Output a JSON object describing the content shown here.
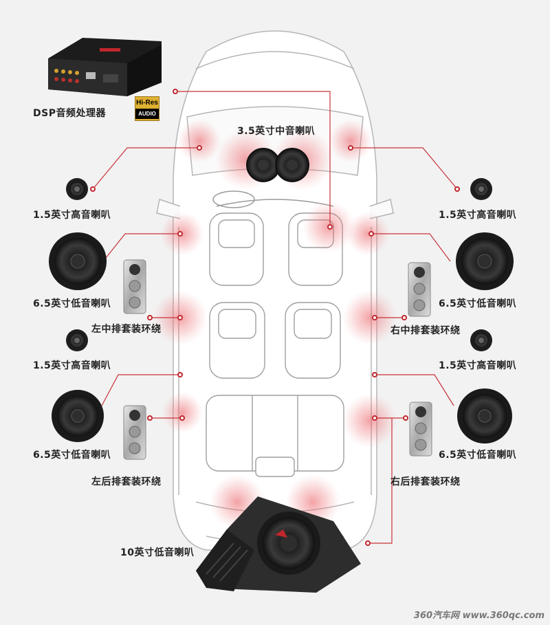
{
  "labels": {
    "dsp": "DSP音频处理器",
    "mid_front": "3.5英寸中音喇叭",
    "tw_fl": "1.5英寸高音喇叭",
    "tw_fr": "1.5英寸高音喇叭",
    "woof_fl": "6.5英寸低音喇叭",
    "woof_fr": "6.5英寸低音喇叭",
    "surr_ml": "左中排套装环绕",
    "surr_mr": "右中排套装环绕",
    "tw_ml": "1.5英寸高音喇叭",
    "tw_mr": "1.5英寸高音喇叭",
    "woof_rl": "6.5英寸低音喇叭",
    "woof_rr": "6.5英寸低音喇叭",
    "surr_rl": "左后排套装环绕",
    "surr_rr": "右后排套装环绕",
    "sub": "10英寸低音喇叭"
  },
  "badge": {
    "line1": "Hi-Res",
    "line2": "AUDIO"
  },
  "watermark": "360汽车网 www.360qc.com",
  "colors": {
    "accent": "#c0272d",
    "glow": "#e8545a",
    "line": "#c8323a",
    "car": "#ffffff",
    "carStroke": "#b8b8b8",
    "bg": "#f2f2f2",
    "speaker": "#2a2a2a"
  }
}
